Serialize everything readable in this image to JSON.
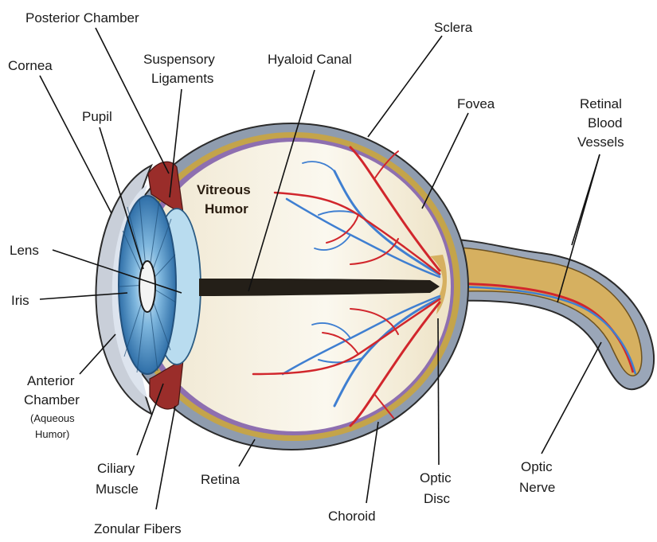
{
  "colors": {
    "sclera_outer": "#8f9cae",
    "sclera_fill": "#c9cfd9",
    "choroid": "#c4a44a",
    "vitreous": "#f6f1e4",
    "retina_violet": "#8e6fb0",
    "artery": "#d1262c",
    "vein": "#3f7fd1",
    "iris": "#4b93c9",
    "lens": "#b9dcef",
    "ciliary": "#9a2d2a",
    "canal": "#241f18",
    "optic_nerve": "#d6b060"
  },
  "labels": {
    "posterior_chamber": "Posterior Chamber",
    "cornea": "Cornea",
    "suspensory_1": "Suspensory",
    "suspensory_2": "Ligaments",
    "hyaloid_canal": "Hyaloid Canal",
    "sclera": "Sclera",
    "pupil": "Pupil",
    "fovea": "Fovea",
    "retinal_bv_1": "Retinal",
    "retinal_bv_2": "Blood",
    "retinal_bv_3": "Vessels",
    "vitreous_1": "Vitreous",
    "vitreous_2": "Humor",
    "lens": "Lens",
    "iris": "Iris",
    "anterior_1": "Anterior",
    "anterior_2": "Chamber",
    "anterior_3": "(Aqueous",
    "anterior_4": "Humor)",
    "ciliary_1": "Ciliary",
    "ciliary_2": "Muscle",
    "retina": "Retina",
    "optic_disc_1": "Optic",
    "optic_disc_2": "Disc",
    "optic_nerve_1": "Optic",
    "optic_nerve_2": "Nerve",
    "choroid": "Choroid",
    "zonular": "Zonular Fibers"
  }
}
